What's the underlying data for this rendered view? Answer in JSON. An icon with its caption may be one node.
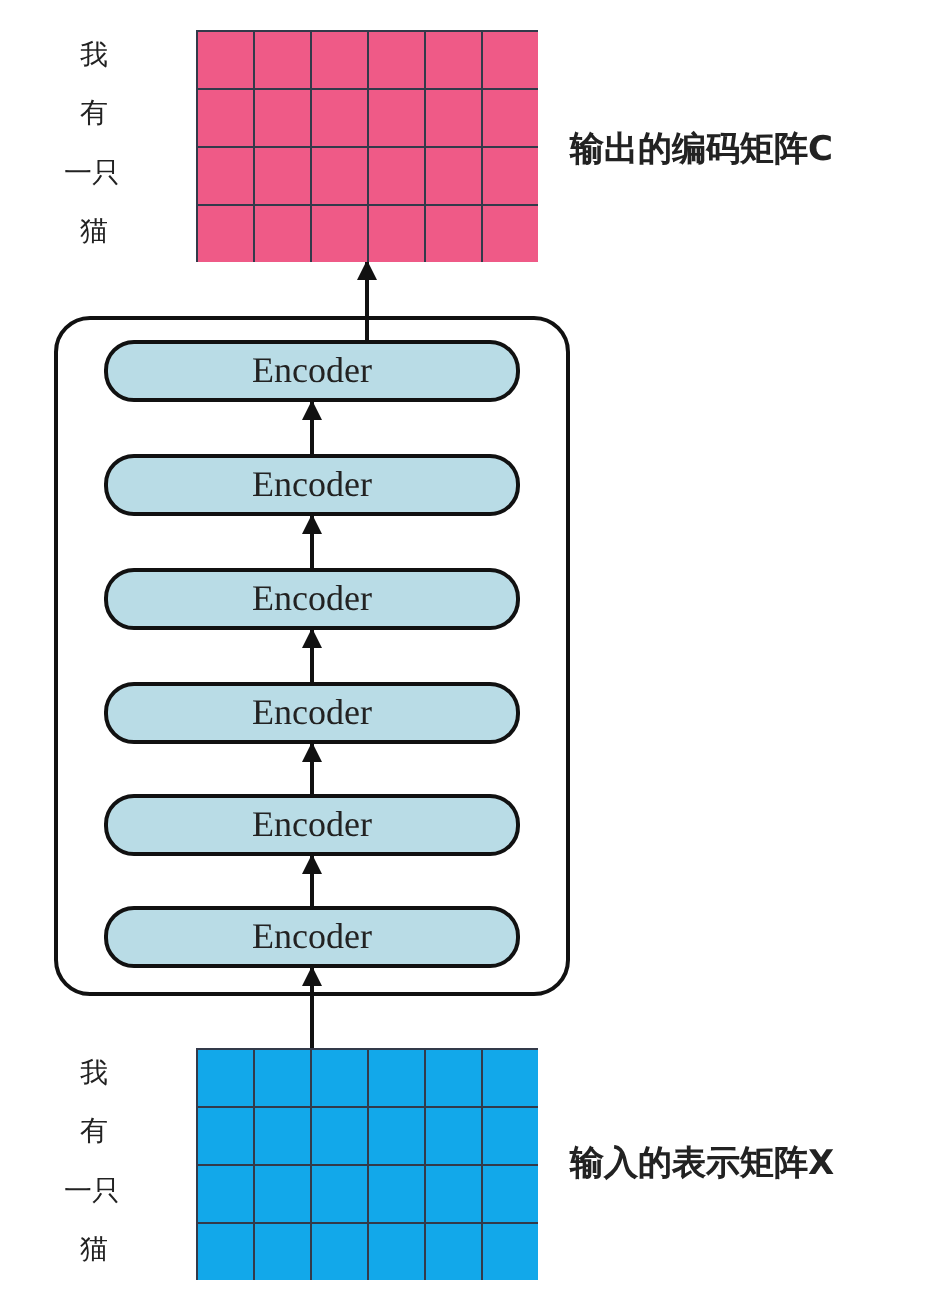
{
  "diagram": {
    "nodes": [
      {
        "text": [],
        "shape": "grid",
        "beside": [
          "输出的编码矩阵C"
        ]
      },
      {
        "text": [],
        "shape": "box"
      },
      {
        "text": [
          "Encoder"
        ],
        "in": 1
      },
      {
        "text": [
          "Encoder"
        ],
        "in": 1
      },
      {
        "text": [
          "Encoder"
        ],
        "in": 1
      },
      {
        "text": [
          "Encoder"
        ],
        "in": 1
      },
      {
        "text": [
          "Encoder"
        ],
        "in": 1
      },
      {
        "text": [
          "Encoder"
        ],
        "in": 1
      },
      {
        "text": [],
        "shape": "grid",
        "beside": [
          "输入的表示矩阵X"
        ]
      }
    ],
    "edges": [
      {
        "from": 8,
        "to": 7,
        "arrow": "to"
      },
      {
        "from": 7,
        "to": 6,
        "arrow": "to"
      },
      {
        "from": 6,
        "to": 5,
        "arrow": "to"
      },
      {
        "from": 5,
        "to": 4,
        "arrow": "to"
      },
      {
        "from": 4,
        "to": 3,
        "arrow": "to"
      },
      {
        "from": 3,
        "to": 2,
        "arrow": "to"
      },
      {
        "from": 2,
        "to": 0,
        "arrow": "to"
      }
    ],
    "labels": [
      "我",
      "有",
      "一只",
      "猫",
      "我",
      "有",
      "一只",
      "猫"
    ]
  }
}
